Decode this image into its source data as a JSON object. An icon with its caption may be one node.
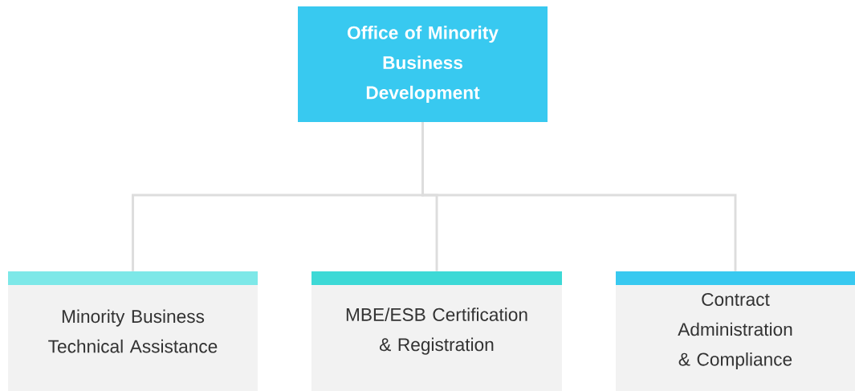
{
  "diagram": {
    "nodes": [
      {
        "text": [
          "Office of Minority Business Development"
        ]
      },
      {
        "text": [
          "Minority Business Technical Assistance"
        ]
      },
      {
        "text": [
          "MBE/ESB Certification & Registration"
        ]
      },
      {
        "text": [
          "Contract Administration & Compliance"
        ]
      }
    ],
    "edges": [
      {
        "from": 0,
        "to": 1,
        "arrow": "none"
      },
      {
        "from": 0,
        "to": 2,
        "arrow": "none"
      },
      {
        "from": 0,
        "to": 3,
        "arrow": "none"
      }
    ]
  }
}
